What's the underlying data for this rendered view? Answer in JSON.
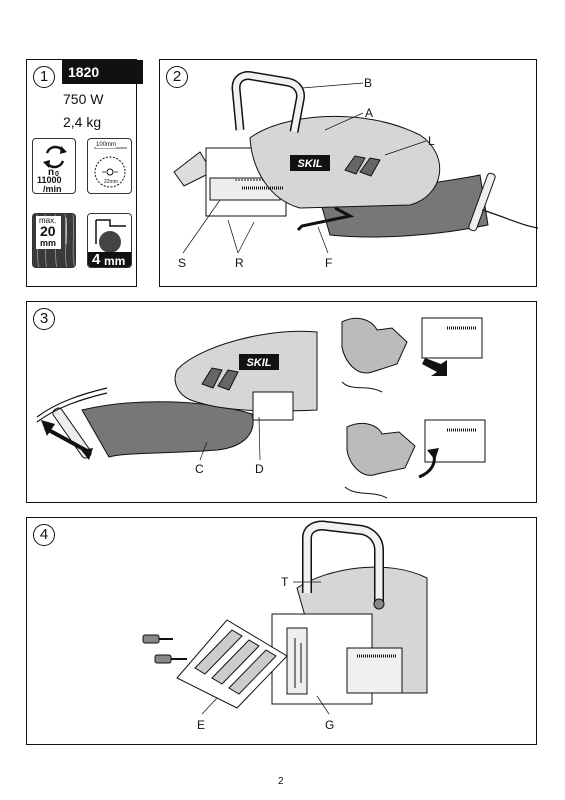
{
  "fig1": {
    "number": "1",
    "model": "1820",
    "power": "750 W",
    "weight": "2,4 kg",
    "icons": {
      "speed_symbol": "n",
      "speed_sub": "0",
      "speed_value": "11000",
      "speed_unit": "/min",
      "blade_diameter": "100mm",
      "bore_diameter": "22mm",
      "depth_max": "max.",
      "depth_value": "20",
      "depth_unit": "mm",
      "thickness_value": "4",
      "thickness_unit": "mm"
    }
  },
  "fig2": {
    "number": "2",
    "labels": {
      "B": "B",
      "A": "A",
      "L": "L",
      "S": "S",
      "R": "R",
      "F": "F"
    },
    "brand": "SKIL"
  },
  "fig3": {
    "number": "3",
    "labels": {
      "C": "C",
      "D": "D"
    },
    "brand": "SKIL"
  },
  "fig4": {
    "number": "4",
    "labels": {
      "T": "T",
      "E": "E",
      "G": "G"
    }
  },
  "page_number": "2"
}
